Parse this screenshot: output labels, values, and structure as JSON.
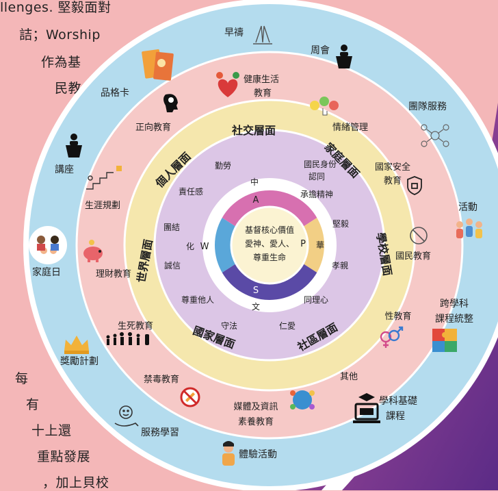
{
  "background_text": {
    "top": [
      "llenges. 堅毅面對",
      "詰；Worship",
      "作為基",
      "民教",
      "、"
    ],
    "bottom": [
      "每",
      "有",
      "十上還",
      "重點發展",
      "，加上貝校"
    ]
  },
  "center": {
    "title": "基督核心價值",
    "line2": "愛神、愛人、",
    "line3": "尊重生命"
  },
  "core_letters": [
    "A",
    "P",
    "S",
    "W"
  ],
  "values_ring": [
    "中",
    "華",
    "文",
    "化",
    "勤勞",
    "國民身份",
    "認同",
    "承擔精神",
    "堅毅",
    "孝親",
    "同理心",
    "仁愛",
    "守法",
    "尊重他人",
    "誠信",
    "團結",
    "責任感"
  ],
  "levels_ring": [
    "社交層面",
    "家庭層面",
    "學校層面",
    "社區層面",
    "國家層面",
    "世界層面",
    "個人層面"
  ],
  "education_ring": [
    "健康生活",
    "教育",
    "情緒管理",
    "國家安全",
    "教育",
    "國民教育",
    "性教育",
    "其他",
    "媒體及資訊",
    "素養教育",
    "禁毒教育",
    "生死教育",
    "理財教育",
    "生涯規劃",
    "正向教育"
  ],
  "activities_ring": [
    "早禱",
    "周會",
    "團隊服務",
    "活動",
    "跨學科",
    "課程統整",
    "學科基礎",
    "課程",
    "體驗活動",
    "服務學習",
    "獎勵計劃",
    "家庭日",
    "講座",
    "品格卡"
  ],
  "colors": {
    "page_bg": "#f4b7b8",
    "outer_ring": "#b4dcee",
    "pink_ring": "#f6c9c7",
    "gold_ring": "#f5e7ad",
    "lavender_ring": "#dcc6e6",
    "center": "#fbf3d2",
    "A": "#d770b0",
    "P": "#f2cf85",
    "S": "#5a4aa6",
    "W": "#5aa7d9",
    "accent_purple": "#6a2c84"
  },
  "icons": [
    "praying-hands-icon",
    "podium-icon",
    "group-network-icon",
    "kids-activity-icon",
    "puzzle-icon",
    "computer-icon",
    "speaking-person-icon",
    "hand-smile-icon",
    "crown-award-icon",
    "family-icon",
    "lecture-podium-icon",
    "character-card-icon",
    "heart-health-icon",
    "emoji-faces-icon",
    "shield-icon",
    "no-sign-icon",
    "gender-icon",
    "media-globe-icon",
    "no-drugs-icon",
    "family-silhouette-icon",
    "piggy-bank-icon",
    "career-stairs-icon",
    "brain-head-icon"
  ]
}
